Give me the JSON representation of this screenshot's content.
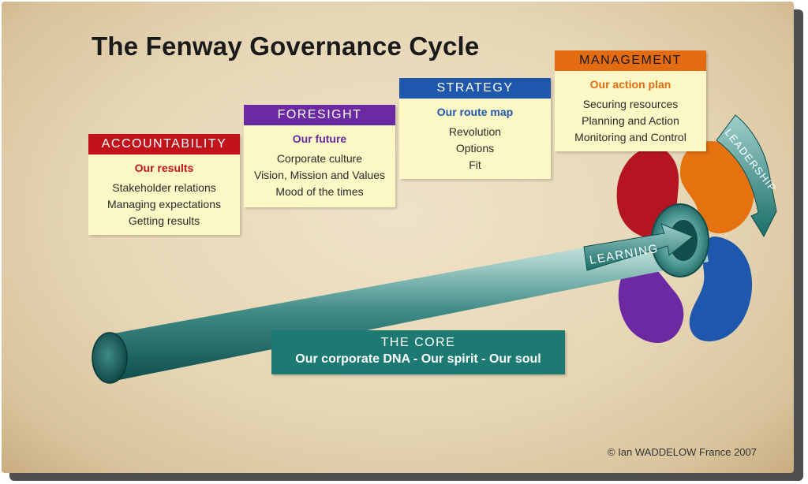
{
  "title": "The Fenway Governance Cycle",
  "cards": {
    "accountability": {
      "header": "Accountability",
      "subtitle": "Our results",
      "items": [
        "Stakeholder relations",
        "Managing expectations",
        "Getting results"
      ]
    },
    "foresight": {
      "header": "Foresight",
      "subtitle": "Our future",
      "items": [
        "Corporate culture",
        "Vision, Mission and Values",
        "Mood of the times"
      ]
    },
    "strategy": {
      "header": "Strategy",
      "subtitle": "Our route map",
      "items": [
        "Revolution",
        "Options",
        "Fit"
      ]
    },
    "management": {
      "header": "Management",
      "subtitle": "Our action plan",
      "items": [
        "Securing resources",
        "Planning and Action",
        "Monitoring and Control"
      ]
    }
  },
  "arrow_labels": {
    "learning": "Learning",
    "leadership": "Leadership"
  },
  "core": {
    "title": "The Core",
    "subtitle": "Our corporate DNA - Our spirit - Our soul"
  },
  "copyright": "© Ian WADDELOW  France 2007",
  "colors": {
    "accountability": "#c2121a",
    "foresight": "#6b2aa2",
    "strategy": "#1f57ac",
    "management": "#e36b12",
    "core": "#1d7a72",
    "card_background": "#fbf8c6"
  }
}
